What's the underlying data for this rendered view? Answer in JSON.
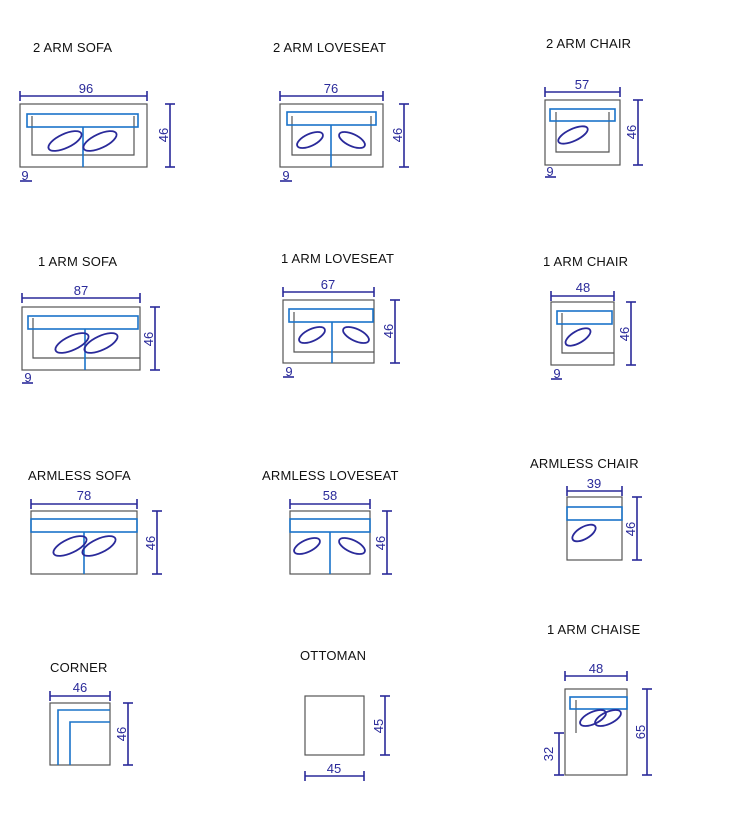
{
  "colors": {
    "dimension": "#2a2a9a",
    "cushion": "#1a73c9",
    "frame": "#555555",
    "title": "#111111"
  },
  "items": {
    "two_arm_sofa": {
      "title": "2 ARM SOFA",
      "width": "96",
      "depth": "46",
      "arm": "9"
    },
    "two_arm_loveseat": {
      "title": "2 ARM LOVESEAT",
      "width": "76",
      "depth": "46",
      "arm": "9"
    },
    "two_arm_chair": {
      "title": "2 ARM CHAIR",
      "width": "57",
      "depth": "46",
      "arm": "9"
    },
    "one_arm_sofa": {
      "title": "1 ARM SOFA",
      "width": "87",
      "depth": "46",
      "arm": "9"
    },
    "one_arm_loveseat": {
      "title": "1 ARM LOVESEAT",
      "width": "67",
      "depth": "46",
      "arm": "9"
    },
    "one_arm_chair": {
      "title": "1 ARM CHAIR",
      "width": "48",
      "depth": "46",
      "arm": "9"
    },
    "armless_sofa": {
      "title": "ARMLESS SOFA",
      "width": "78",
      "depth": "46"
    },
    "armless_loveseat": {
      "title": "ARMLESS LOVESEAT",
      "width": "58",
      "depth": "46"
    },
    "armless_chair": {
      "title": "ARMLESS CHAIR",
      "width": "39",
      "depth": "46"
    },
    "corner": {
      "title": "CORNER",
      "width": "46",
      "depth": "46"
    },
    "ottoman": {
      "title": "OTTOMAN",
      "width": "45",
      "depth": "45"
    },
    "one_arm_chaise": {
      "title": "1 ARM CHAISE",
      "width": "48",
      "depth": "65",
      "seat": "32"
    }
  }
}
